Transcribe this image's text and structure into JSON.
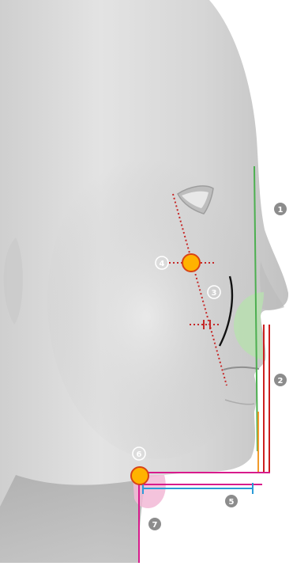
{
  "markers": [
    {
      "id": "1",
      "label": "1"
    },
    {
      "id": "2",
      "label": "2"
    },
    {
      "id": "3",
      "label": "3"
    },
    {
      "id": "4",
      "label": "4"
    },
    {
      "id": "5",
      "label": "5"
    },
    {
      "id": "6",
      "label": "6"
    },
    {
      "id": "7",
      "label": "7"
    }
  ],
  "colors": {
    "background": "#ffffff",
    "skin_light": "#dcdcdc",
    "skin_shadow": "#a9a9a9",
    "nose_profile_line": "#4caf50",
    "lip_zone_fill": "#b9dfb0",
    "lip_line_red": "#cc1f1f",
    "lip_line_orange": "#f29a2a",
    "reference_dotted_red": "#c62828",
    "landmark_fill": "#ffb300",
    "landmark_stroke": "#d84315",
    "jaw_line_magenta": "#d81b8c",
    "jaw_width_blue": "#2a9bd8",
    "neck_zone_fill": "#f2b8d6",
    "nasolabial_curve": "#111111",
    "label_badge_dark": "#8c8c8c",
    "label_badge_outline": "#ffffff"
  },
  "icons": [
    "marker-badge-icon",
    "landmark-point-icon"
  ]
}
